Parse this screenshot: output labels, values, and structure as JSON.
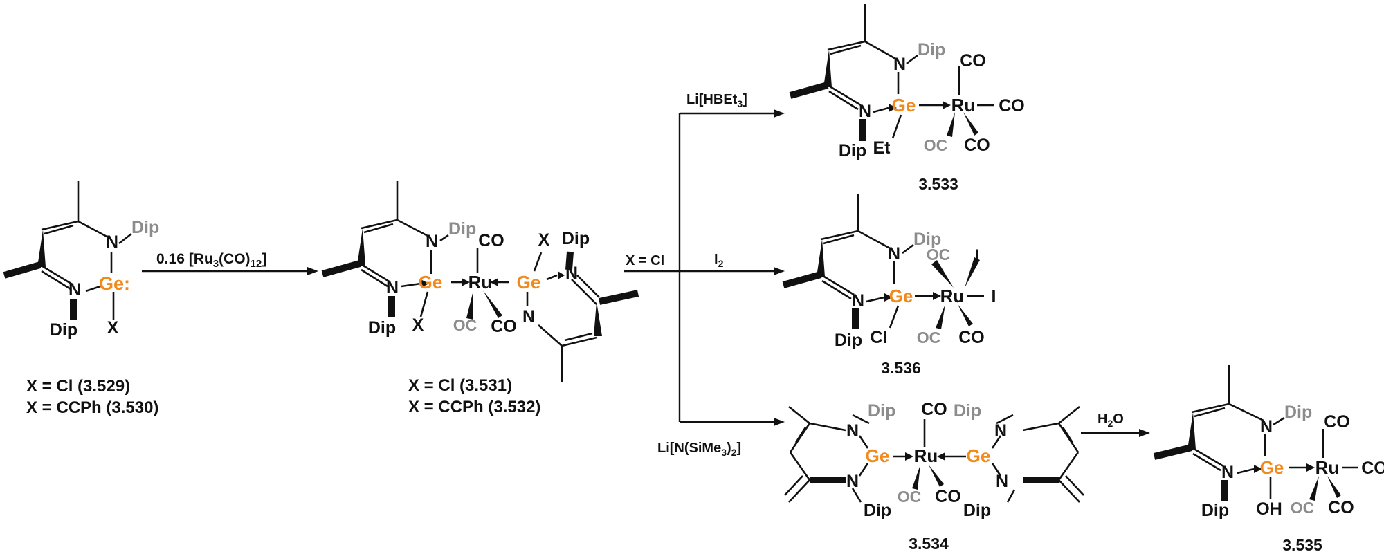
{
  "colors": {
    "bond": "#111111",
    "germanium": "#f08a1c",
    "dip_and_oc": "#8c8c8c",
    "background": "#ffffff"
  },
  "atoms": {
    "n": "N",
    "ge": "Ge",
    "ge_colon": "Ge:",
    "ru": "Ru",
    "dip": "Dip",
    "co": "CO",
    "oc": "OC",
    "x": "X",
    "cl": "Cl",
    "i": "I",
    "et": "Et",
    "oh": "OH"
  },
  "reagents": {
    "step1": "0.16 [Ru3(CO)12]",
    "hbet3": "Li[HBEt3]",
    "x_eq_cl": "X = Cl",
    "iodine": "I2",
    "amide": "Li[N(SiMe3)2]",
    "water": "H2O"
  },
  "compound_labels": {
    "c529": "X = Cl (3.529)",
    "c530": "X = CCPh (3.530)",
    "c531": "X = Cl (3.531)",
    "c532": "X = CCPh (3.532)",
    "c533": "3.533",
    "c536": "3.536",
    "c534": "3.534",
    "c535": "3.535"
  }
}
